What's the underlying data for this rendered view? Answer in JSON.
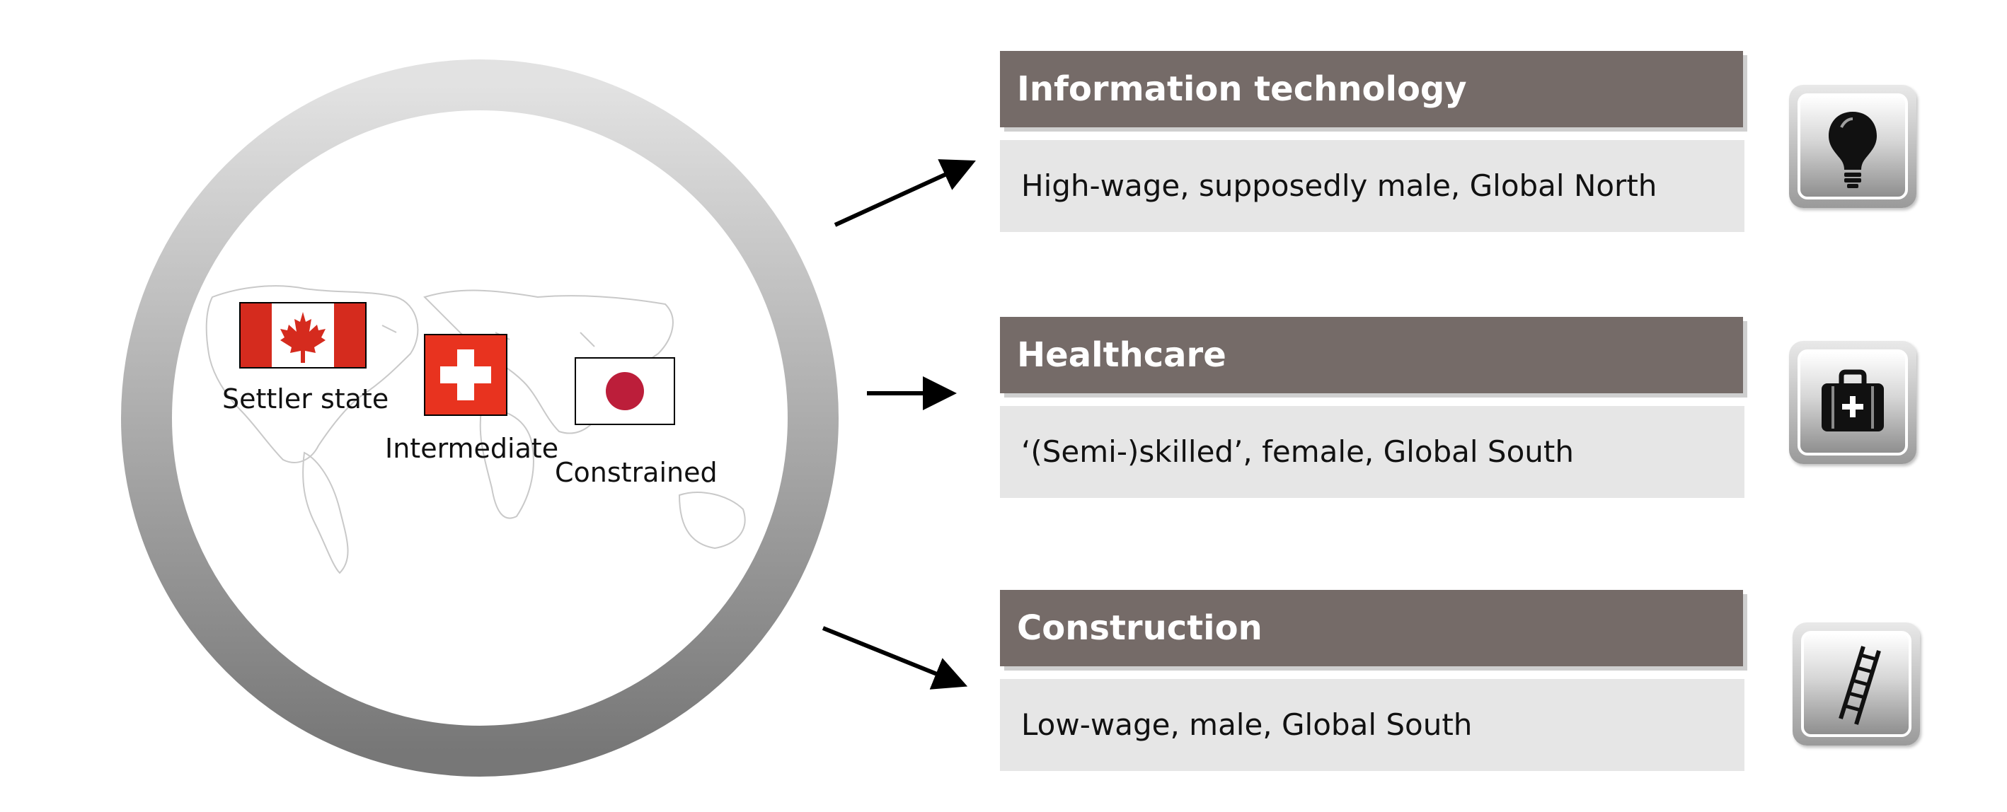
{
  "flags": [
    {
      "label": "Settler state",
      "icon": "canada-flag-icon"
    },
    {
      "label": "Intermediate",
      "icon": "switzerland-flag-icon"
    },
    {
      "label": "Constrained",
      "icon": "japan-flag-icon"
    }
  ],
  "sectors": [
    {
      "title": "Information technology",
      "description": "High-wage, supposedly male, Global North",
      "icon": "lightbulb-icon"
    },
    {
      "title": "Healthcare",
      "description": "‘(Semi-)skilled’, female, Global South",
      "icon": "medical-bag-icon"
    },
    {
      "title": "Construction",
      "description": "Low-wage, male, Global South",
      "icon": "ladder-icon"
    }
  ],
  "colors": {
    "header": "#756b68",
    "body": "#e6e6e6",
    "ring_top": "#e2e2e2",
    "ring_bottom": "#777777",
    "canada_red": "#d52b1e",
    "swiss_red": "#e8331f",
    "japan_red": "#bc1e3a"
  }
}
